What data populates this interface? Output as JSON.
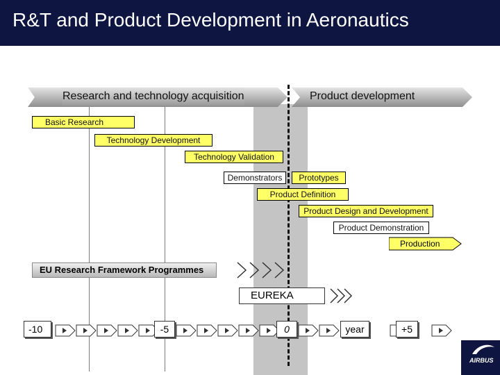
{
  "title": "R&T and Product Development in Aeronautics",
  "phases": {
    "research": "Research and technology acquisition",
    "product": "Product development"
  },
  "bars": [
    "Basic Research",
    "Technology Development",
    "Technology Validation",
    "Demonstrators",
    "Prototypes",
    "Product Definition",
    "Product Design and Development",
    "Product Demonstration",
    "Production"
  ],
  "programmes": {
    "eu": "EU Research Framework Programmes",
    "eureka": "EUREKA"
  },
  "timeline": {
    "ticks": [
      "-10",
      "-5",
      "0",
      "year",
      "+5"
    ]
  },
  "colors": {
    "title_bg": "#0d1540",
    "bar_fill": "#ffff66",
    "band": "#c4c4c4"
  },
  "logo": "AIRBUS"
}
